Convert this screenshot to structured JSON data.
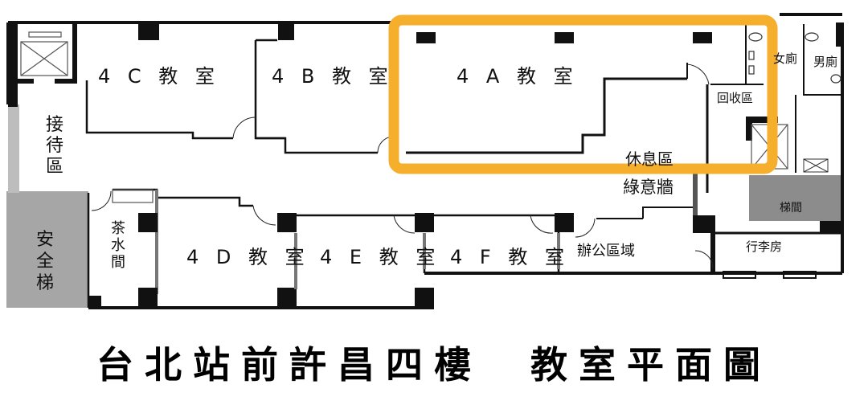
{
  "title": "台北站前許昌四樓  教室平面圖",
  "highlight": {
    "room": "4A 教室",
    "color": "#F6AE2D"
  },
  "rooms": {
    "4C": "4 C 教 室",
    "4B": "4 B 教 室",
    "4A": "4 A 教 室",
    "4D": "4 D 教 室",
    "4E": "4 E 教 室",
    "4F": "4 F 教 室",
    "reception": [
      "接",
      "待",
      "區"
    ],
    "safety_stairs": [
      "安",
      "全",
      "梯"
    ],
    "pantry": [
      "茶",
      "水",
      "間"
    ],
    "recycling": "回收區",
    "womens_restroom": "女廁",
    "mens_restroom": "男廁",
    "waiting_area": "休息區",
    "green_wall": "綠意牆",
    "stairwell": "梯間",
    "office": "辦公區域",
    "luggage_room": "行李房"
  },
  "colors": {
    "wall": "#111111",
    "stair_fill": "#A6A6A6",
    "stairwell_fill": "#8C8C8C",
    "background": "#FFFFFF"
  }
}
